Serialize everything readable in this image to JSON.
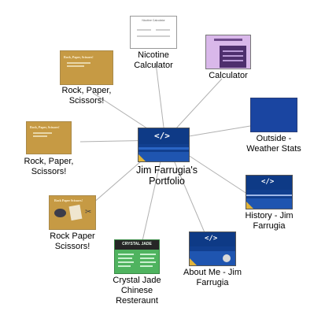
{
  "diagram": {
    "center": {
      "label": "Jim Farrugia's\nPortfolio"
    },
    "nodes": [
      {
        "id": "rps-1",
        "label": "Rock, Paper,\nScissors!",
        "thumb_title": "Rock, Paper, Scissors!"
      },
      {
        "id": "nicotine",
        "label": "Nicotine\nCalculator",
        "thumb_title": "Nicotine Calculator"
      },
      {
        "id": "calculator",
        "label": "Calculator"
      },
      {
        "id": "weather",
        "label": "Outside -\nWeather Stats"
      },
      {
        "id": "rps-2",
        "label": "Rock, Paper,\nScissors!",
        "thumb_title": "Rock, Paper, Scissors!"
      },
      {
        "id": "history",
        "label": "History - Jim\nFarrugia"
      },
      {
        "id": "rps-3",
        "label": "Rock Paper\nScissors!",
        "thumb_title": "Rock Paper Scissors!"
      },
      {
        "id": "about",
        "label": "About Me - Jim\nFarrugia"
      },
      {
        "id": "crystal",
        "label": "Crystal Jade\nChinese\nResteraunt",
        "thumb_title": "CRYSTAL JADE"
      }
    ],
    "logo_glyph": "</>"
  }
}
